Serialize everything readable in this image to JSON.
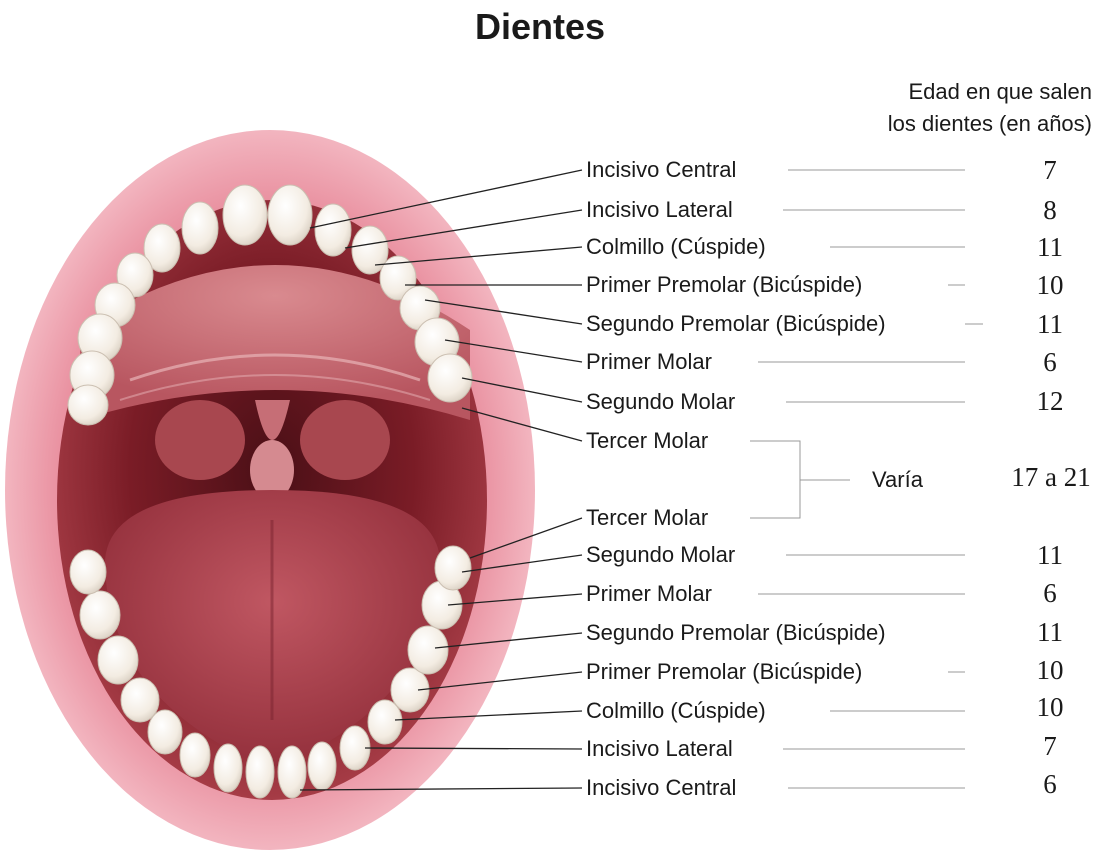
{
  "title": "Dientes",
  "age_header": {
    "line1": "Edad en que salen",
    "line2": "los dientes (en años)"
  },
  "upper_teeth": [
    {
      "name": "Incisivo Central",
      "age": "7"
    },
    {
      "name": "Incisivo Lateral",
      "age": "8"
    },
    {
      "name": "Colmillo (Cúspide)",
      "age": "11"
    },
    {
      "name": "Primer Premolar (Bicúspide)",
      "age": "10"
    },
    {
      "name": "Segundo Premolar (Bicúspide)",
      "age": "11"
    },
    {
      "name": "Primer Molar",
      "age": "6"
    },
    {
      "name": "Segundo Molar",
      "age": "12"
    }
  ],
  "third_molars": {
    "upper_label": "Tercer Molar",
    "lower_label": "Tercer Molar",
    "varies_label": "Varía",
    "age": "17 a 21"
  },
  "lower_teeth": [
    {
      "name": "Segundo Molar",
      "age": "11"
    },
    {
      "name": "Primer Molar",
      "age": "6"
    },
    {
      "name": "Segundo Premolar (Bicúspide)",
      "age": "11"
    },
    {
      "name": "Primer Premolar (Bicúspide)",
      "age": "10"
    },
    {
      "name": "Colmillo (Cúspide)",
      "age": "10"
    },
    {
      "name": "Incisivo Lateral",
      "age": "7"
    },
    {
      "name": "Incisivo Central",
      "age": "6"
    }
  ]
}
